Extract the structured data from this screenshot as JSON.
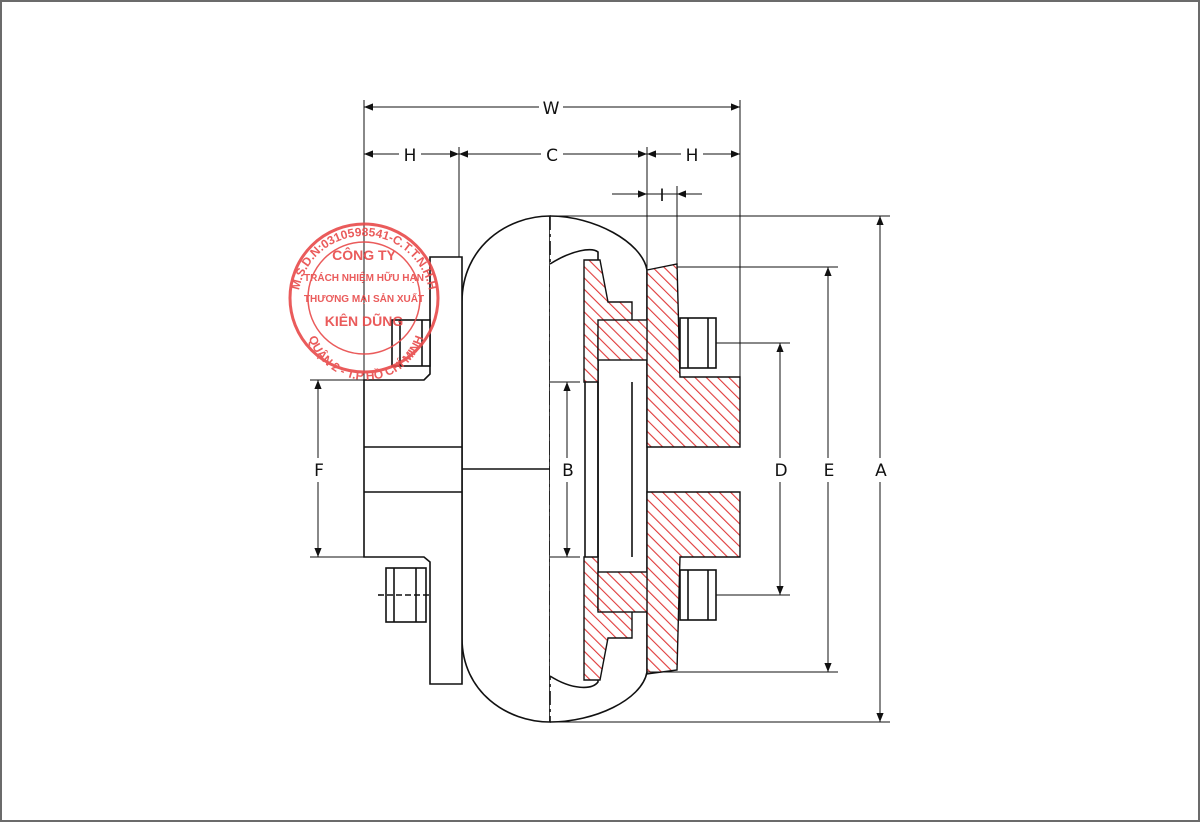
{
  "drawing": {
    "labels": {
      "W": "W",
      "H_left": "H",
      "C": "C",
      "H_right": "H",
      "I": "I",
      "A": "A",
      "B": "B",
      "D": "D",
      "E": "E",
      "F": "F"
    }
  },
  "stamp": {
    "ring_text": "M.S.D.N:0310598541-C.T.T.N.H.H",
    "ring_text_bottom": "QUẬN 2 - T.P HỒ CHÍ MINH",
    "line1": "CÔNG TY",
    "line2": "TRÁCH NHIỆM HỮU HẠN",
    "line3": "THƯƠNG MẠI SẢN XUẤT",
    "line4": "KIÊN DŨNG"
  },
  "colors": {
    "outline": "#111111",
    "hatch": "#e03a3a",
    "stamp": "#e84a4a",
    "border": "#6b6b6b"
  }
}
